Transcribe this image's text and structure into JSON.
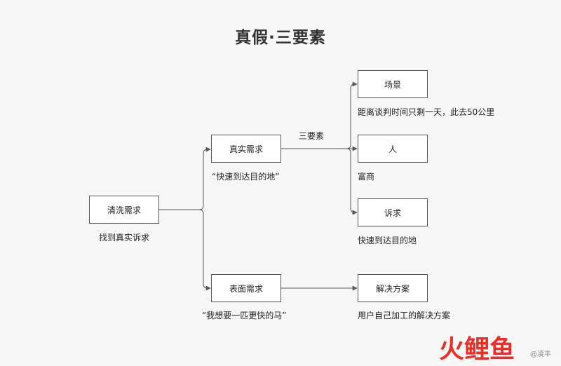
{
  "title": "真假·三要素",
  "nodes": {
    "clean": "清洗需求",
    "real": "真实需求",
    "surface": "表面需求",
    "scene": "场景",
    "person": "人",
    "appeal": "诉求",
    "solution": "解决方案"
  },
  "labels": {
    "clean_note": "找到真实诉求",
    "real_note": "“快速到达目的地”",
    "surface_note": "“我想要一匹更快的马”",
    "edge_label": "三要素",
    "scene_note": "距离谈判时间只剩一天，此去50公里",
    "person_note": "富商",
    "appeal_note": "快速到达目的地",
    "solution_note": "用户自己加工的解决方案"
  },
  "brand": {
    "logo_text": "火鲤鱼",
    "sub_text": "@凌丰"
  },
  "colors": {
    "line": "#555555",
    "logo_red": "#e8302a",
    "logo_pink": "#f06a8a"
  }
}
